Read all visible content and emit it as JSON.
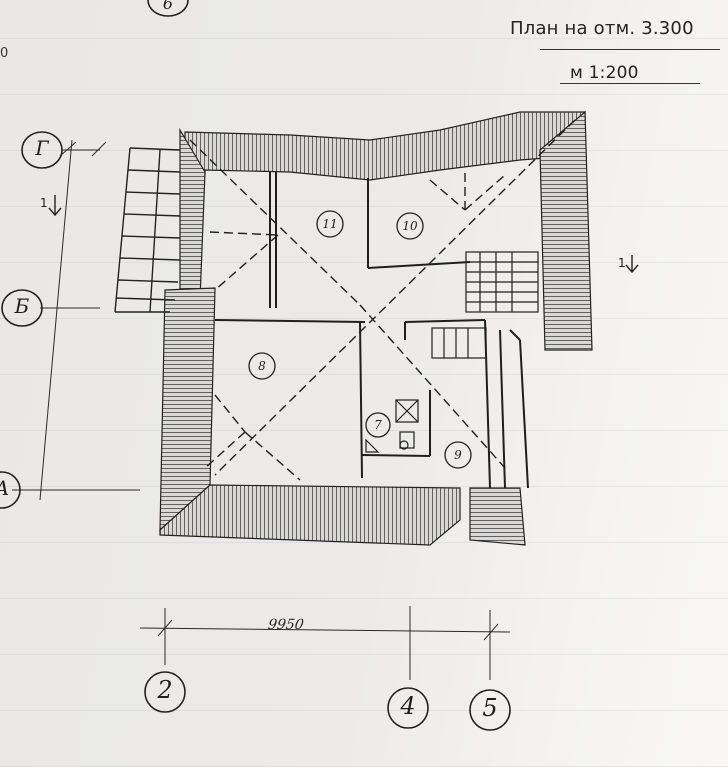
{
  "plan": {
    "title": "План на отм. 3.300",
    "scale": "м 1:200",
    "dimension": "9950",
    "edge_mark": "0"
  },
  "axes": {
    "top_partial": "6",
    "row_g": "Г",
    "row_b": "Б",
    "row_a": "А",
    "col_2": "2",
    "col_4": "4",
    "col_5": "5"
  },
  "rooms": [
    {
      "label": "11"
    },
    {
      "label": "10"
    },
    {
      "label": "8"
    },
    {
      "label": "7"
    },
    {
      "label": "9"
    }
  ],
  "section_marks": {
    "left": "1",
    "right": "1"
  },
  "colors": {
    "ink": "#262626",
    "paper": "#eae9e7",
    "hatch": "#3a3a3a"
  }
}
